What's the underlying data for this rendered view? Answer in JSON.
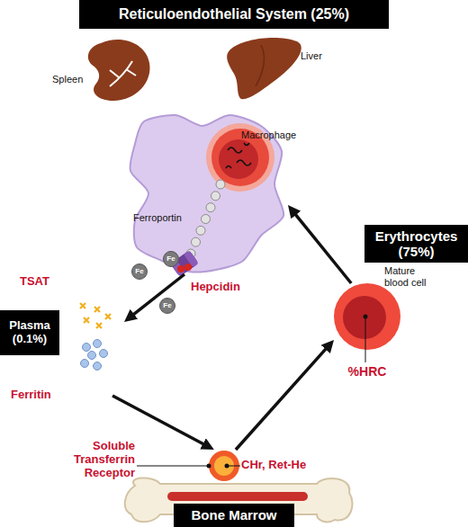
{
  "diagram": {
    "nodes": [
      {
        "text": [
          "Reticuloendothelial System (25%)"
        ]
      },
      {
        "text": [
          "Macrophage"
        ]
      },
      {
        "text": [
          "Plasma (0.1%)"
        ]
      },
      {
        "text": [
          "Erythrocytes (75%)"
        ]
      },
      {
        "text": [
          "Mature blood cell",
          "%HRC"
        ]
      },
      {
        "text": [
          "Soluble Transferrin Receptor",
          "CHr, Ret-He"
        ]
      },
      {
        "text": [
          "Bone Marrow"
        ]
      }
    ],
    "edges": [
      {
        "from": 1,
        "to": 2,
        "arrow": "to"
      },
      {
        "from": 2,
        "to": 5,
        "arrow": "to"
      },
      {
        "from": 5,
        "to": 4,
        "arrow": "to"
      },
      {
        "from": 4,
        "to": 1,
        "arrow": "to"
      }
    ],
    "labels": [
      "Spleen",
      "Liver",
      "Ferroportin",
      "Hepcidin",
      "Fe",
      "Fe",
      "Fe",
      "TSAT",
      "Ferritin"
    ]
  }
}
